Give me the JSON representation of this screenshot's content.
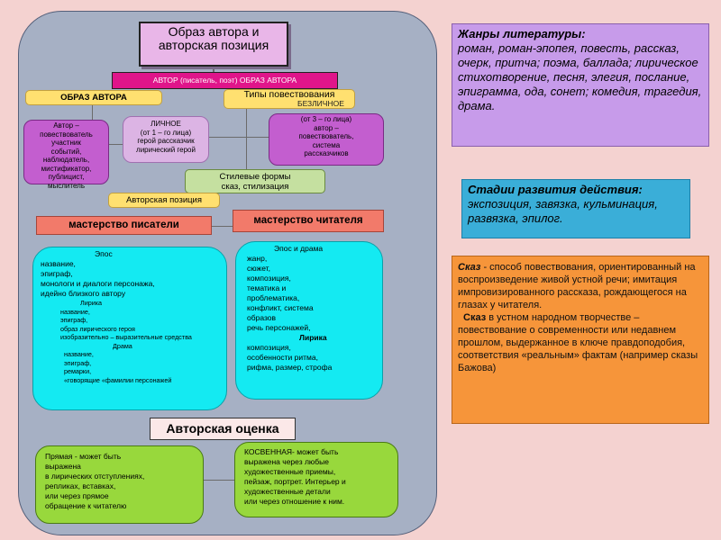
{
  "diagram": {
    "title": "Образ автора  и авторская позиция",
    "red_bar": "АВТОР (писатель, поэт)  ОБРАЗ АВТОРА",
    "obraz_avtora": "ОБРАЗ АВТОРА",
    "tipy": "Типы повествования",
    "bezlichnoe": "БЕЗЛИЧНОЕ",
    "author_box": "Автор –\nповествователь\nучастник\nсобытий,\nнаблюдатель,\nмистификатор,\nпублицист,\nмыслитель",
    "lichnoe": "ЛИЧНОЕ\n(от 1 – го лица)\nгерой рассказчик\nлирический герой",
    "bezlichnoe_body": "(от 3 – го лица)\nавтор –\nповествователь,\nсистема\nрассказчиков",
    "stil_title": "Стилевые  формы",
    "stil_body": "сказ, стилизация",
    "avtorskaya_poziciya": "Авторская позиция",
    "master_pisatelya": "мастерство писатели",
    "master_chitatelya": "мастерство читателя",
    "left_epos_head": "Эпос",
    "left_epos_body": "название,\nэпиграф,\nмонологи и диалоги персонажа,\nидейно близкого автору",
    "left_lirika_head": "Лирика",
    "left_lirika_body": "название,\nэпиграф,\nобраз лирического героя\nизобразительно – выразительные средства",
    "left_drama_head": "Драма",
    "left_drama_body": "название,\nэпиграф,\nремарки,\n«говорящие «фамилии персонажей",
    "right_epos_head": "Эпос и драма",
    "right_epos_body": "жанр,\nсюжет,\nкомпозиция,\nтематика и\nпроблематика,\n конфликт, система\nобразов\nречь персонажей,",
    "right_lirika_head": "Лирика",
    "right_lirika_body": "композиция,\nособенности ритма,\nрифма, размер, строфа",
    "otsenka": "Авторская оценка",
    "pryamaya": "Прямая  -  может быть\nвыражена\n в лирических  отступлениях,\n репликах, вставках,\n или через прямое\n обращение к читателю",
    "kosvennaya": "КОСВЕННАЯ- может быть\nвыражена через любые\nхудожественные приемы,\nпейзаж, портрет. Интерьер и\nхудожественные детали\nили через отношение к ним."
  },
  "side": {
    "zhanry_title": "Жанры литературы:",
    "zhanry_body": "роман, роман-эпопея, повесть, рассказ, очерк, притча; поэма, баллада; лирическое стихотворение, песня, элегия, послание, эпиграмма, ода, сонет; комедия, трагедия, драма.",
    "stadii_title": "Стадии развития действия:",
    "stadii_body": "экспозиция, завязка, кульминация, развязка, эпилог.",
    "skaz_word1": "Сказ",
    "skaz_text1": " - способ повествования, ориентированный на  воспроизведение живой устной речи; имитация импровизированного рассказа, рождающегося на глазах у читателя.",
    "skaz_word2": "Сказ",
    "skaz_text2": " в устном народном творчестве – повествование о современности или недавнем прошлом, выдержанное в ключе правдоподобия, соответствия  «реальным» фактам (например сказы Бажова)"
  },
  "colors": {
    "background": "#f4d2d0",
    "canvas": "#a6b0c4",
    "accent_red": "#e0158a",
    "purple": "#c35ecf",
    "cyan": "#14eaf2",
    "lime": "#98d83c",
    "orange": "#f6953a",
    "lavender": "#c79bea",
    "blue": "#3aaed8"
  }
}
